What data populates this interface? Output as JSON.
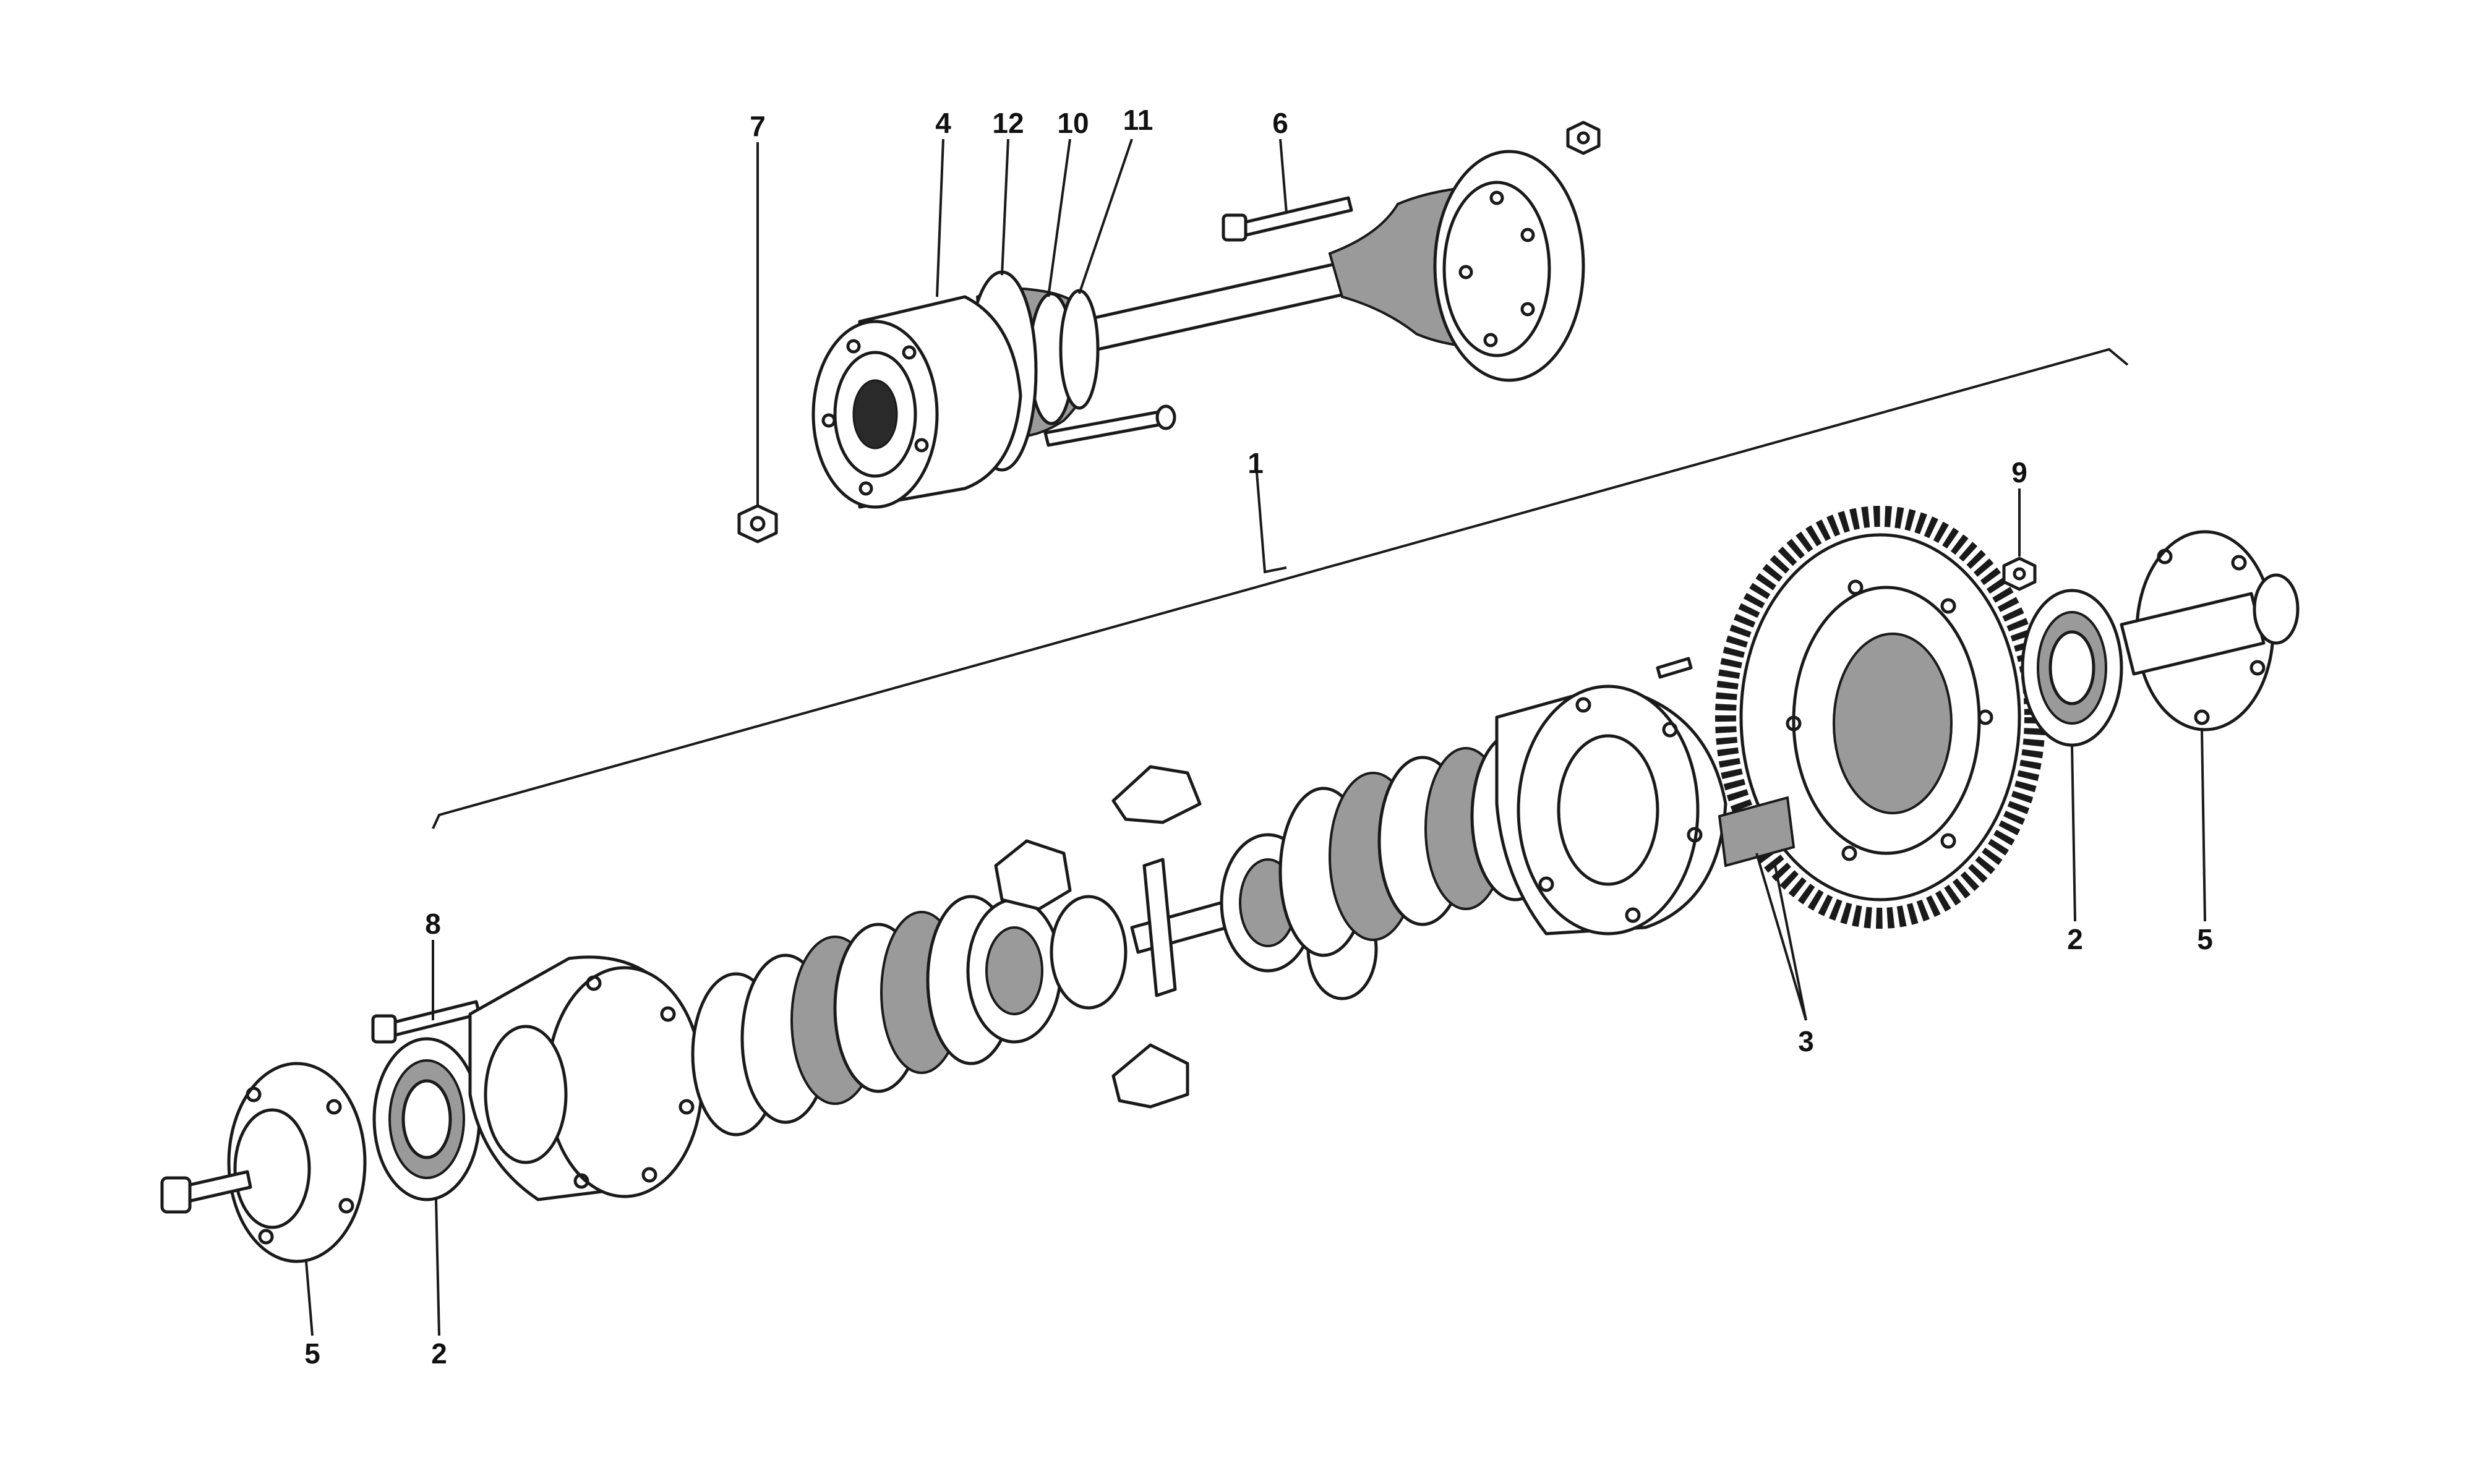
{
  "diagram": {
    "callouts": {
      "c1": "1",
      "c2_left": "2",
      "c2_right": "2",
      "c3": "3",
      "c4": "4",
      "c5_left": "5",
      "c5_right": "5",
      "c6": "6",
      "c7": "7",
      "c8": "8",
      "c9": "9",
      "c10": "10",
      "c11": "11",
      "c12": "12"
    }
  }
}
